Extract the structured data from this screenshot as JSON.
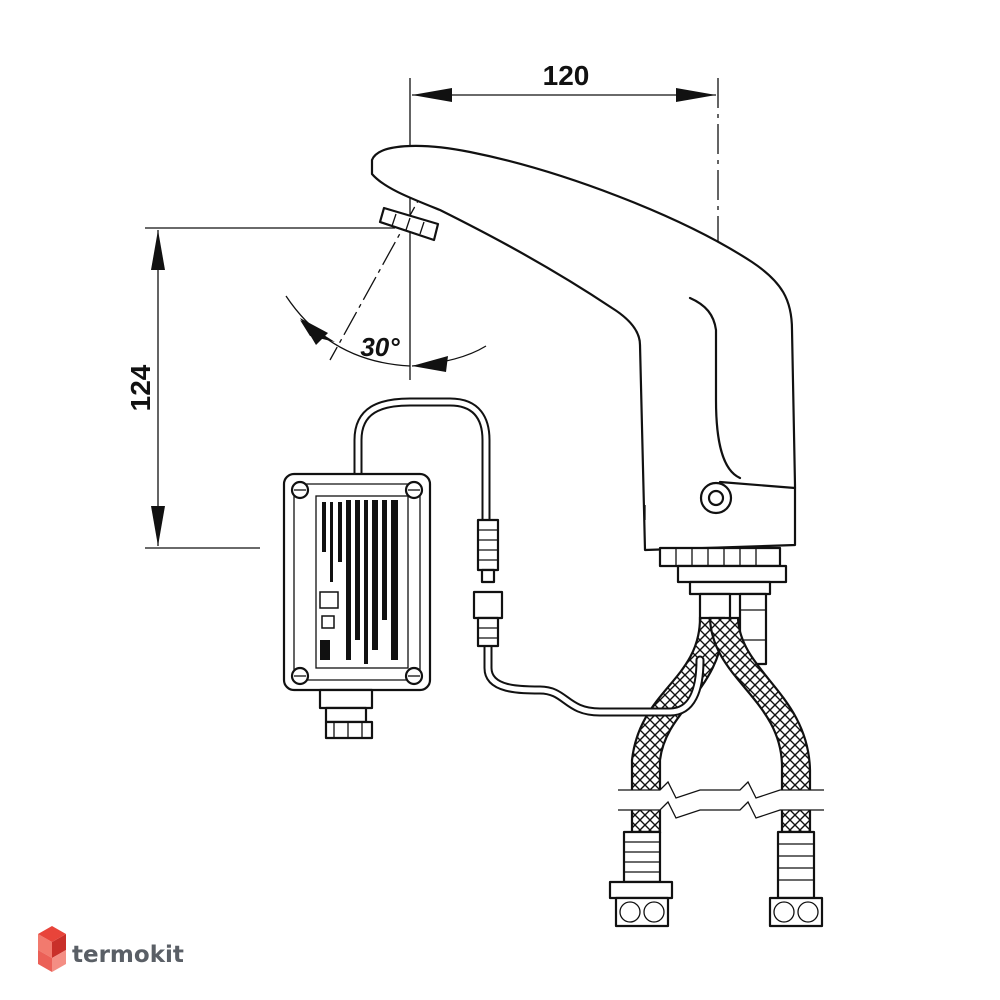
{
  "dimensions": {
    "width": "120",
    "height": "124",
    "angle": "30°"
  },
  "brand": {
    "name": "termokit",
    "logo_icon": "cube-icon",
    "logo_colors": [
      "#e8443a",
      "#f27a6e",
      "#c9302a"
    ]
  }
}
